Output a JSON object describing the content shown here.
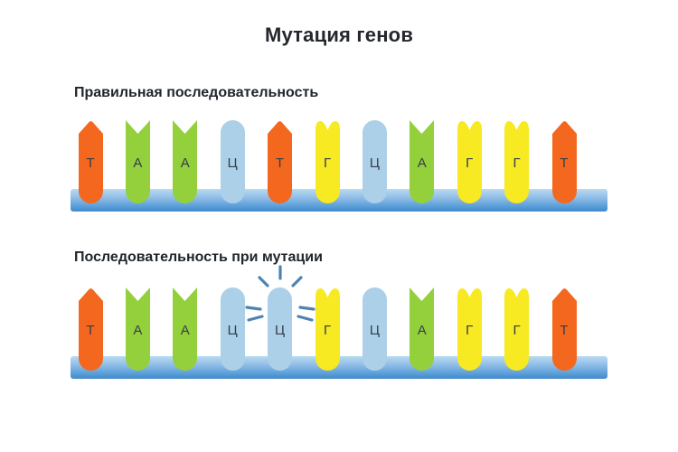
{
  "title": "Мутация генов",
  "colors": {
    "t": "#f4671f",
    "a": "#94d03c",
    "g": "#f7e922",
    "c": "#abd0e7",
    "bar_top": "#b9dbf2",
    "bar_bottom": "#4488c8",
    "ray": "#4d83b3",
    "letter": "#353d49"
  },
  "sections": [
    {
      "label": "Правильная последовательность",
      "sequence": [
        {
          "letter": "Т",
          "base": "t"
        },
        {
          "letter": "А",
          "base": "a"
        },
        {
          "letter": "А",
          "base": "a"
        },
        {
          "letter": "Ц",
          "base": "c"
        },
        {
          "letter": "Т",
          "base": "t"
        },
        {
          "letter": "Г",
          "base": "g"
        },
        {
          "letter": "Ц",
          "base": "c"
        },
        {
          "letter": "А",
          "base": "a"
        },
        {
          "letter": "Г",
          "base": "g"
        },
        {
          "letter": "Г",
          "base": "g"
        },
        {
          "letter": "Т",
          "base": "t"
        }
      ]
    },
    {
      "label": "Последовательность при мутации",
      "sequence": [
        {
          "letter": "Т",
          "base": "t"
        },
        {
          "letter": "А",
          "base": "a"
        },
        {
          "letter": "А",
          "base": "a"
        },
        {
          "letter": "Ц",
          "base": "c"
        },
        {
          "letter": "Ц",
          "base": "c",
          "mutated": true
        },
        {
          "letter": "Г",
          "base": "g"
        },
        {
          "letter": "Ц",
          "base": "c"
        },
        {
          "letter": "А",
          "base": "a"
        },
        {
          "letter": "Г",
          "base": "g"
        },
        {
          "letter": "Г",
          "base": "g"
        },
        {
          "letter": "Т",
          "base": "t"
        }
      ]
    }
  ]
}
